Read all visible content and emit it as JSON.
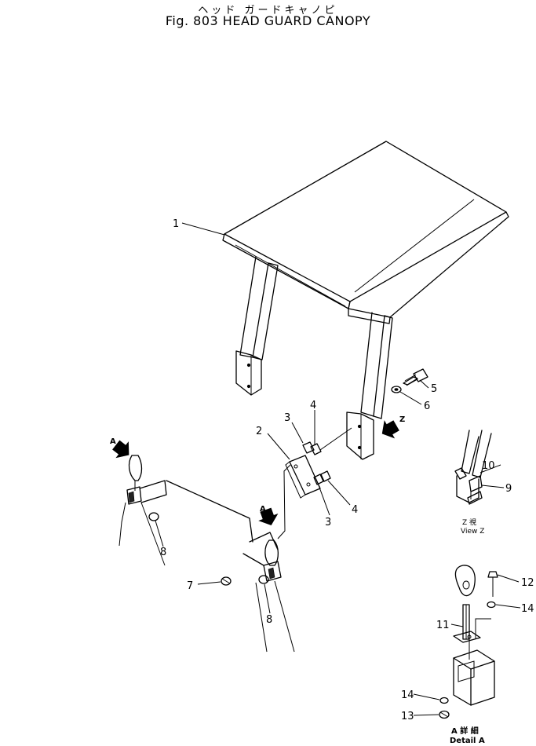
{
  "title": {
    "japanese": "ヘッド ガードキャノピ",
    "english": "Fig. 803 HEAD GUARD CANOPY"
  },
  "callouts": {
    "c1": "1",
    "c2": "2",
    "c3a": "3",
    "c3b": "3",
    "c4a": "4",
    "c4b": "4",
    "c5": "5",
    "c6": "6",
    "c7": "7",
    "c8a": "8",
    "c8b": "8",
    "c9": "9",
    "c10": "10",
    "c11": "11",
    "c12": "12",
    "c13": "13",
    "c14a": "14",
    "c14b": "14"
  },
  "arrows": {
    "a_left": "A",
    "a_mid": "A",
    "z": "Z"
  },
  "captions": {
    "view_z_jp": "Z 視",
    "view_z_en": "View Z",
    "detail_a_jp": "A 詳 細",
    "detail_a_en": "Detail A"
  }
}
